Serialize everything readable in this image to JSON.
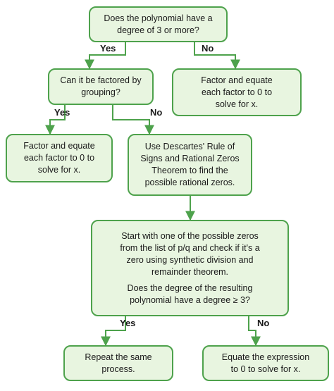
{
  "nodes": {
    "start": [
      "Does the polynomial have a",
      "degree of 3 or more?"
    ],
    "no_top": [
      "Factor and equate",
      "each factor to 0 to",
      "solve for x."
    ],
    "grouping": [
      "Can it be factored by",
      "grouping?"
    ],
    "yes_group": [
      "Factor and equate",
      "each factor to 0 to",
      "solve for x."
    ],
    "descartes": [
      "Use Descartes' Rule of",
      "Signs and Rational Zeros",
      "Theorem to find the",
      "possible rational zeros."
    ],
    "synthetic_a": [
      "Start with one of the possible zeros",
      "from the list of p/q and check if it's a",
      "zero using synthetic division and",
      "remainder theorem."
    ],
    "synthetic_b": [
      "Does the degree of the resulting",
      "polynomial have a degree ≥ 3?"
    ],
    "repeat": [
      "Repeat the same",
      "process."
    ],
    "equate": [
      "Equate the expression",
      "to 0 to solve for x."
    ]
  },
  "labels": {
    "yes_1": "Yes",
    "no_1": "No",
    "yes_2": "Yes",
    "no_2": "No",
    "yes_3": "Yes",
    "no_3": "No"
  },
  "colors": {
    "box_fill": "#e8f5e0",
    "box_border": "#4ea24c",
    "arrow": "#4ea24c"
  }
}
